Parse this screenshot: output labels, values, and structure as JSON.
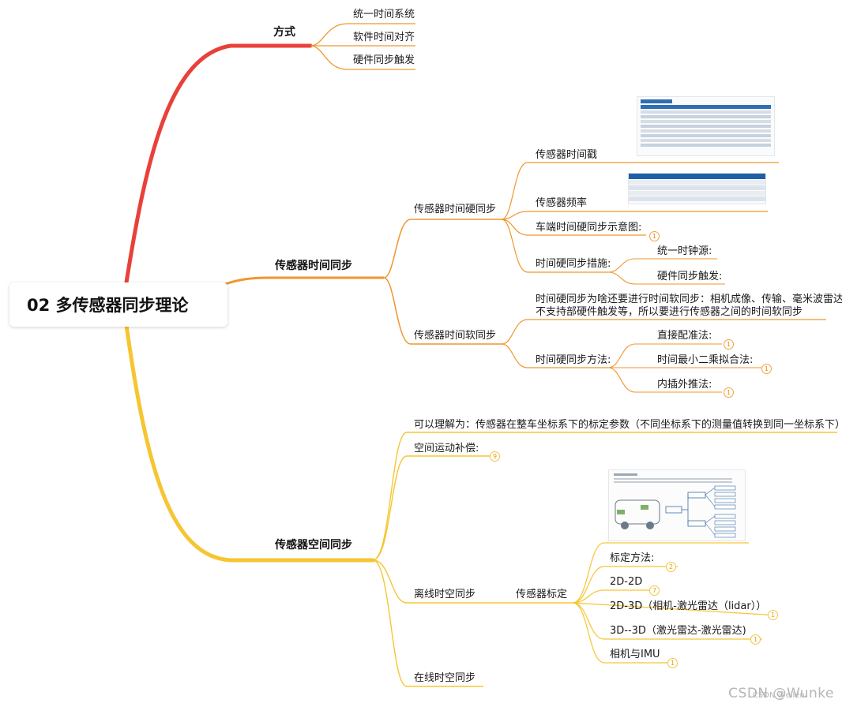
{
  "root": {
    "title": "02 多传感器同步理论"
  },
  "branches": {
    "method": {
      "label": "方式",
      "items": [
        "统一时间系统",
        "软件时间对齐",
        "硬件同步触发"
      ]
    },
    "time_sync": {
      "label": "传感器时间同步",
      "hard": {
        "label": "传感器时间硬同步",
        "items": [
          "传感器时间戳",
          "传感器频率",
          "车端时间硬同步示意图:",
          "时间硬同步措施:"
        ],
        "measures": [
          "统一时钟源:",
          "硬件同步触发:"
        ]
      },
      "soft": {
        "label": "传感器时间软同步",
        "reason": [
          "时间硬同步为啥还要进行时间软同步：相机成像、传输、毫米波雷达",
          "不支持部硬件触发等，所以要进行传感器之间的时间软同步"
        ],
        "method_label": "时间硬同步方法:",
        "methods": [
          "直接配准法:",
          "时间最小二乘拟合法:",
          "内插外推法:"
        ]
      }
    },
    "space_sync": {
      "label": "传感器空间同步",
      "understand": "可以理解为：传感器在整车坐标系下的标定参数（不同坐标系下的测量值转换到同一坐标系下）",
      "motion": "空间运动补偿:",
      "offline": "离线时空同步",
      "calib": {
        "label": "传感器标定",
        "items": [
          "标定方法:",
          "2D-2D",
          "2D-3D（相机-激光雷达（lidar））",
          "3D--3D（激光雷达-激光雷达)",
          "相机与IMU"
        ]
      },
      "online": "在线时空同步"
    }
  },
  "badges": {
    "hard_diagram": "1",
    "direct": "1",
    "lsq": "1",
    "interp": "1",
    "motion": "9",
    "calib_method": "2",
    "d2d": "7",
    "d2d3": "1",
    "d3d3": "1",
    "cam_imu": "1"
  },
  "colors": {
    "red": "#e8413a",
    "orange": "#f0962e",
    "yellow": "#f6c531"
  },
  "watermark": {
    "main": "CSDN @Wunke",
    "sub": "CSDN @ellen."
  }
}
